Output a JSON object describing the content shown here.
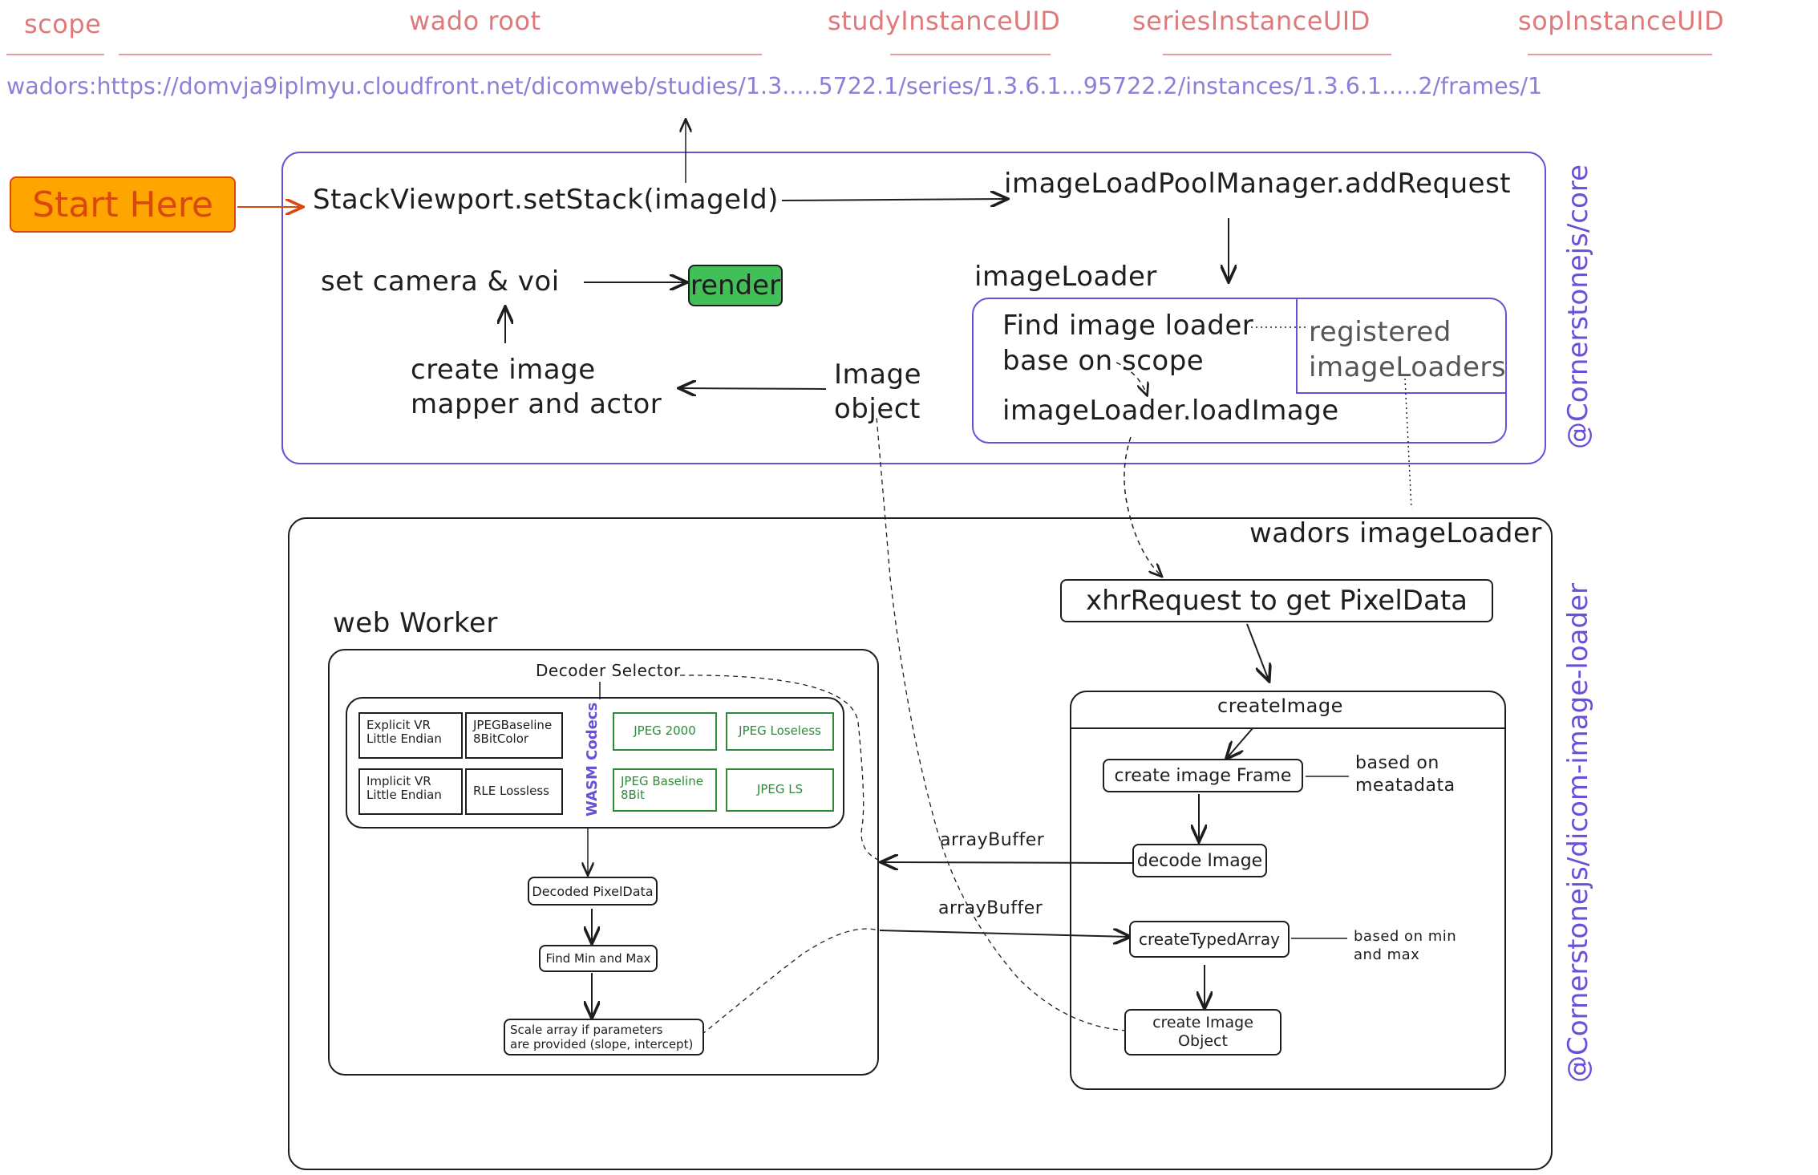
{
  "url_legend": {
    "scope": "scope",
    "wado_root": "wado root",
    "study": "studyInstanceUID",
    "series": "seriesInstanceUID",
    "sop": "sopInstanceUID",
    "url": "wadors:https://domvja9iplmyu.cloudfront.net/dicomweb/studies/1.3.....5722.1/series/1.3.6.1...95722.2/instances/1.3.6.1.....2/frames/1"
  },
  "start_here": "Start Here",
  "core": {
    "side_label": "@Cornerstonejs/core",
    "set_stack": "StackViewport.setStack(imageId)",
    "add_request": "imageLoadPoolManager.addRequest",
    "set_camera": "set camera & voi",
    "render": "render",
    "create_mapper_line1": "create image",
    "create_mapper_line2": "mapper and actor",
    "image_object_line1": "Image",
    "image_object_line2": "object",
    "image_loader_title": "imageLoader",
    "find_loader_line1": "Find image loader",
    "find_loader_line2": "base on scope",
    "load_image": "imageLoader.loadImage",
    "registered_line1": "registered",
    "registered_line2": "imageLoaders"
  },
  "loader": {
    "side_label": "@Cornerstonejs/dicom-image-loader",
    "title": "wadors imageLoader",
    "xhr": "xhrRequest to get PixelData",
    "create_image": "createImage",
    "create_frame": "create image Frame",
    "based_on_metadata_line1": "based on",
    "based_on_metadata_line2": "meatadata",
    "decode_image": "decode Image",
    "array_buffer_1": "arrayBuffer",
    "array_buffer_2": "arrayBuffer",
    "create_typed_array": "createTypedArray",
    "based_on_minmax_line1": "based on min",
    "based_on_minmax_line2": "and max",
    "create_image_object_line1": "create Image",
    "create_image_object_line2": "Object"
  },
  "worker": {
    "title": "web Worker",
    "decoder_selector": "Decoder Selector",
    "wasm_label": "WASM Codecs",
    "codecs": {
      "explicit_vr_line1": "Explicit VR",
      "explicit_vr_line2": "Little Endian",
      "jpeg_baseline_color_line1": "JPEGBaseline",
      "jpeg_baseline_color_line2": "8BitColor",
      "implicit_vr_line1": "Implicit VR",
      "implicit_vr_line2": "Little Endian",
      "rle": "RLE Lossless",
      "jpeg2000": "JPEG 2000",
      "jpeg_lossless": "JPEG Loseless",
      "jpeg_baseline_8bit_line1": "JPEG Baseline",
      "jpeg_baseline_8bit_line2": "8Bit",
      "jpeg_ls": "JPEG LS"
    },
    "decoded_pixel_data": "Decoded PixelData",
    "find_min_max": "Find Min and Max",
    "scale_line1": "Scale array if parameters",
    "scale_line2": "are provided (slope, intercept)"
  },
  "colors": {
    "pink": "#e07a7a",
    "purple": "#8b7fd8",
    "core_border": "#6c4fd8",
    "start_fill": "#ffa500",
    "start_text": "#d9480f",
    "render_fill": "#40c057",
    "codec_green": "#2f8a3a"
  }
}
